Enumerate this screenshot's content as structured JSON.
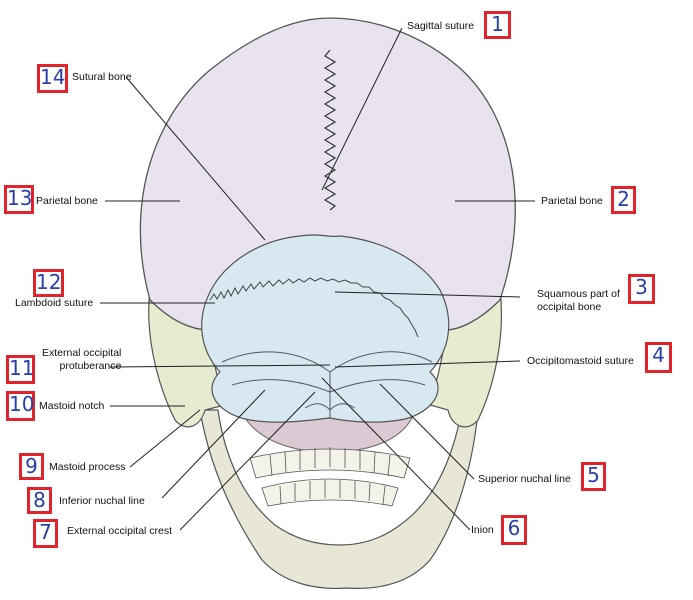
{
  "figure": {
    "colors": {
      "parietal": "#e9e3ef",
      "occipital": "#d8e8f0",
      "temporal": "#e6eccf",
      "mandible": "#e8e6d6",
      "palate": "#dcc9d3",
      "badge_border": "#e0242b",
      "badge_text": "#2a3fa8"
    },
    "labels": [
      {
        "num": "1",
        "text": "Sagittal suture"
      },
      {
        "num": "2",
        "text": "Parietal bone"
      },
      {
        "num": "3",
        "text": "Squamous part of\noccipital bone"
      },
      {
        "num": "4",
        "text": "Occipitomastoid suture"
      },
      {
        "num": "5",
        "text": "Superior nuchal line"
      },
      {
        "num": "6",
        "text": "Inion"
      },
      {
        "num": "7",
        "text": "External occipital crest"
      },
      {
        "num": "8",
        "text": "Inferior nuchal line"
      },
      {
        "num": "9",
        "text": "Mastoid process"
      },
      {
        "num": "10",
        "text": "Mastoid notch"
      },
      {
        "num": "11",
        "text": "External occipital\nprotuberance"
      },
      {
        "num": "12",
        "text": "Lambdoid suture"
      },
      {
        "num": "13",
        "text": "Parietal bone"
      },
      {
        "num": "14",
        "text": "Sutural bone"
      }
    ]
  }
}
